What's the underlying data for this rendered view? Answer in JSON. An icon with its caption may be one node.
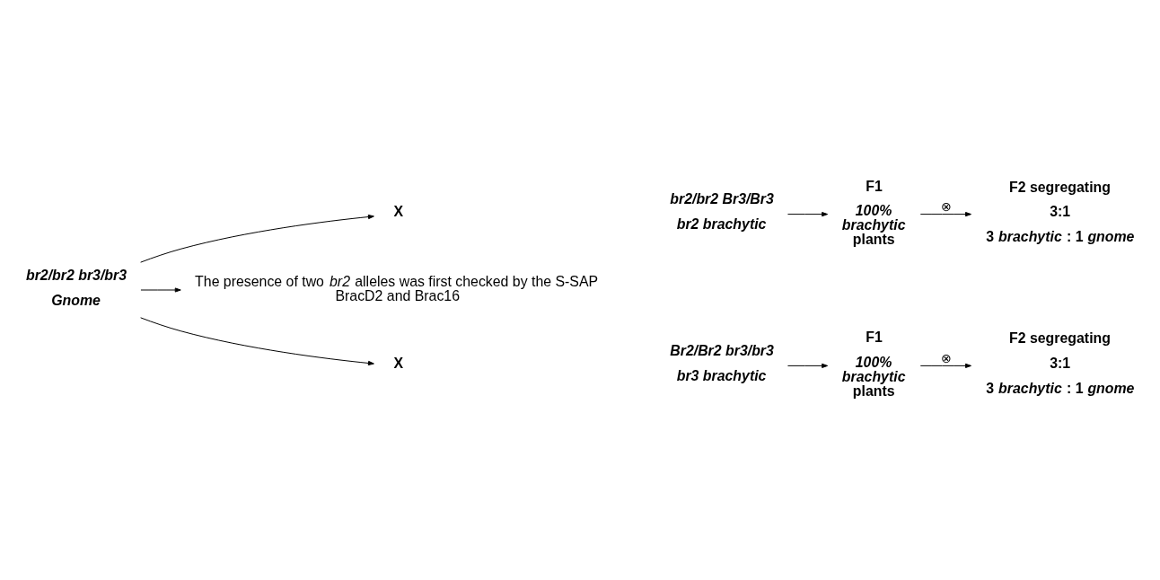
{
  "diagram": {
    "nodes": [
      {
        "text": [
          "br2/br2 br3/br3",
          "Gnome"
        ]
      },
      {
        "text": [
          "X"
        ]
      },
      {
        "text": [
          "br2/br2 Br3/Br3",
          "br2 brachytic"
        ]
      },
      {
        "text": [
          "F1",
          "*100% brachytic* plants"
        ]
      },
      {
        "text": [
          "F2 segregating",
          "3:1",
          "3 *brachytic* : 1 *gnome*"
        ]
      },
      {
        "text": [
          "The presence of two *br2* alleles was first checked by the S-SAP BracD2 and Brac16"
        ]
      },
      {
        "text": [
          "X"
        ]
      },
      {
        "text": [
          "Br2/Br2 br3/br3",
          "br3 brachytic"
        ]
      },
      {
        "text": [
          "F1",
          "*100% brachytic* plants"
        ]
      },
      {
        "text": [
          "F2 segregating",
          "3:1",
          "3 *brachytic* : 1 *gnome*"
        ]
      }
    ],
    "edges": [
      {
        "from": 0,
        "to": 1,
        "arrow": "to"
      },
      {
        "from": 2,
        "to": 3,
        "arrow": "to"
      },
      {
        "from": 3,
        "to": 4,
        "arrow": "to",
        "label": "⊗"
      },
      {
        "from": 0,
        "to": 5,
        "arrow": "to"
      },
      {
        "from": 0,
        "to": 6,
        "arrow": "to"
      },
      {
        "from": 7,
        "to": 8,
        "arrow": "to"
      },
      {
        "from": 8,
        "to": 9,
        "arrow": "to",
        "label": "⊗"
      }
    ]
  }
}
